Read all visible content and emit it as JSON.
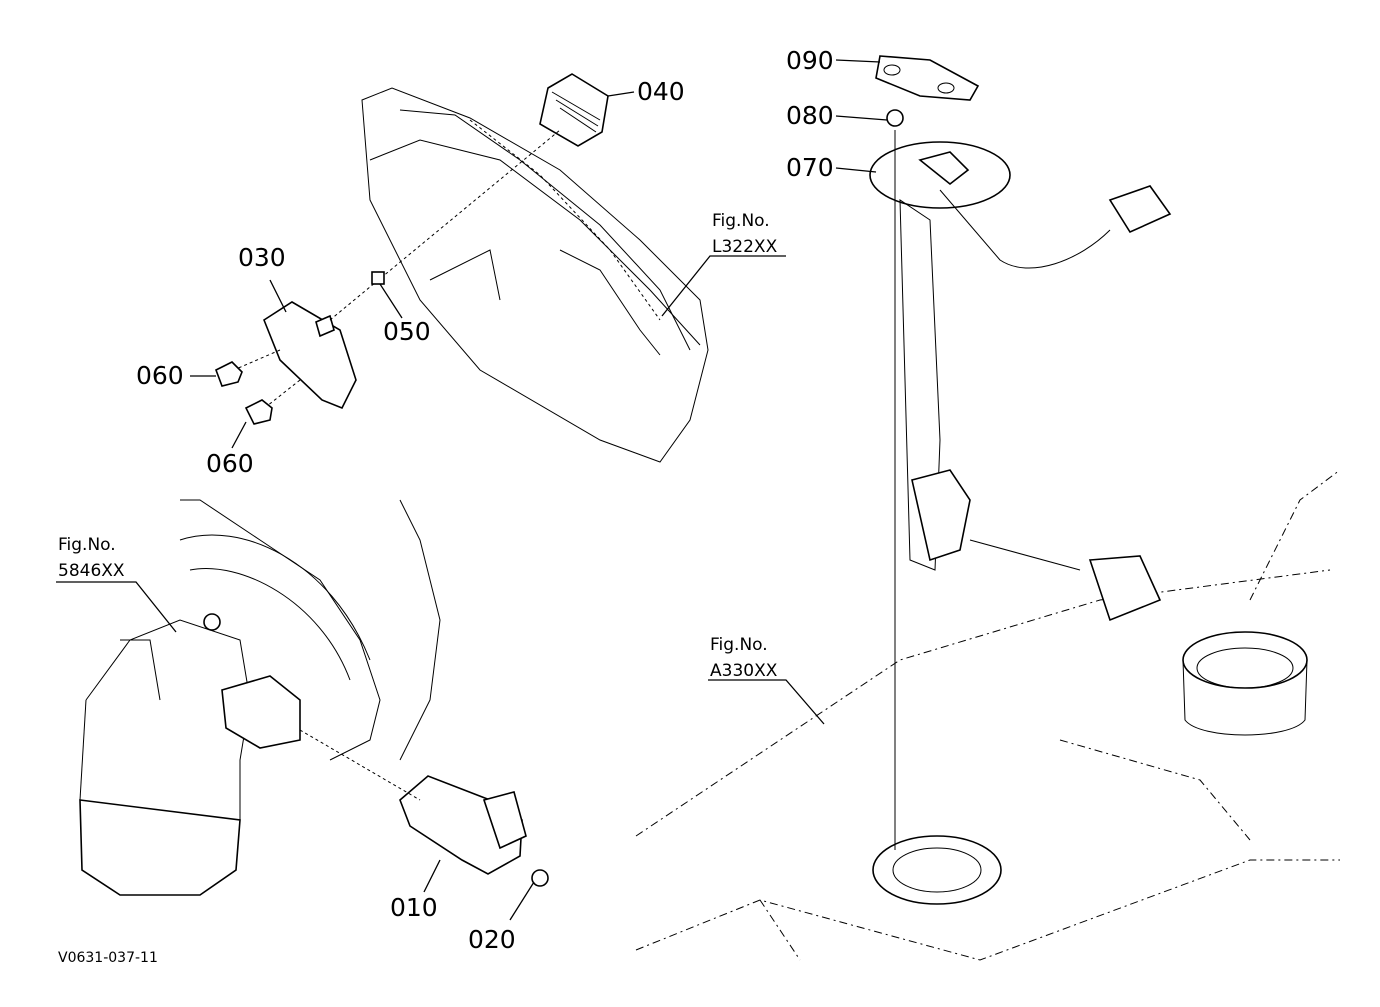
{
  "diagram": {
    "callouts": [
      "090",
      "080",
      "070",
      "040",
      "030",
      "050",
      "060",
      "060",
      "010",
      "020"
    ],
    "figure_refs": [
      {
        "label": "Fig.No.",
        "number": "L322XX"
      },
      {
        "label": "Fig.No.",
        "number": "5846XX"
      },
      {
        "label": "Fig.No.",
        "number": "A330XX"
      }
    ],
    "drawing_code": "V0631-037-11"
  }
}
